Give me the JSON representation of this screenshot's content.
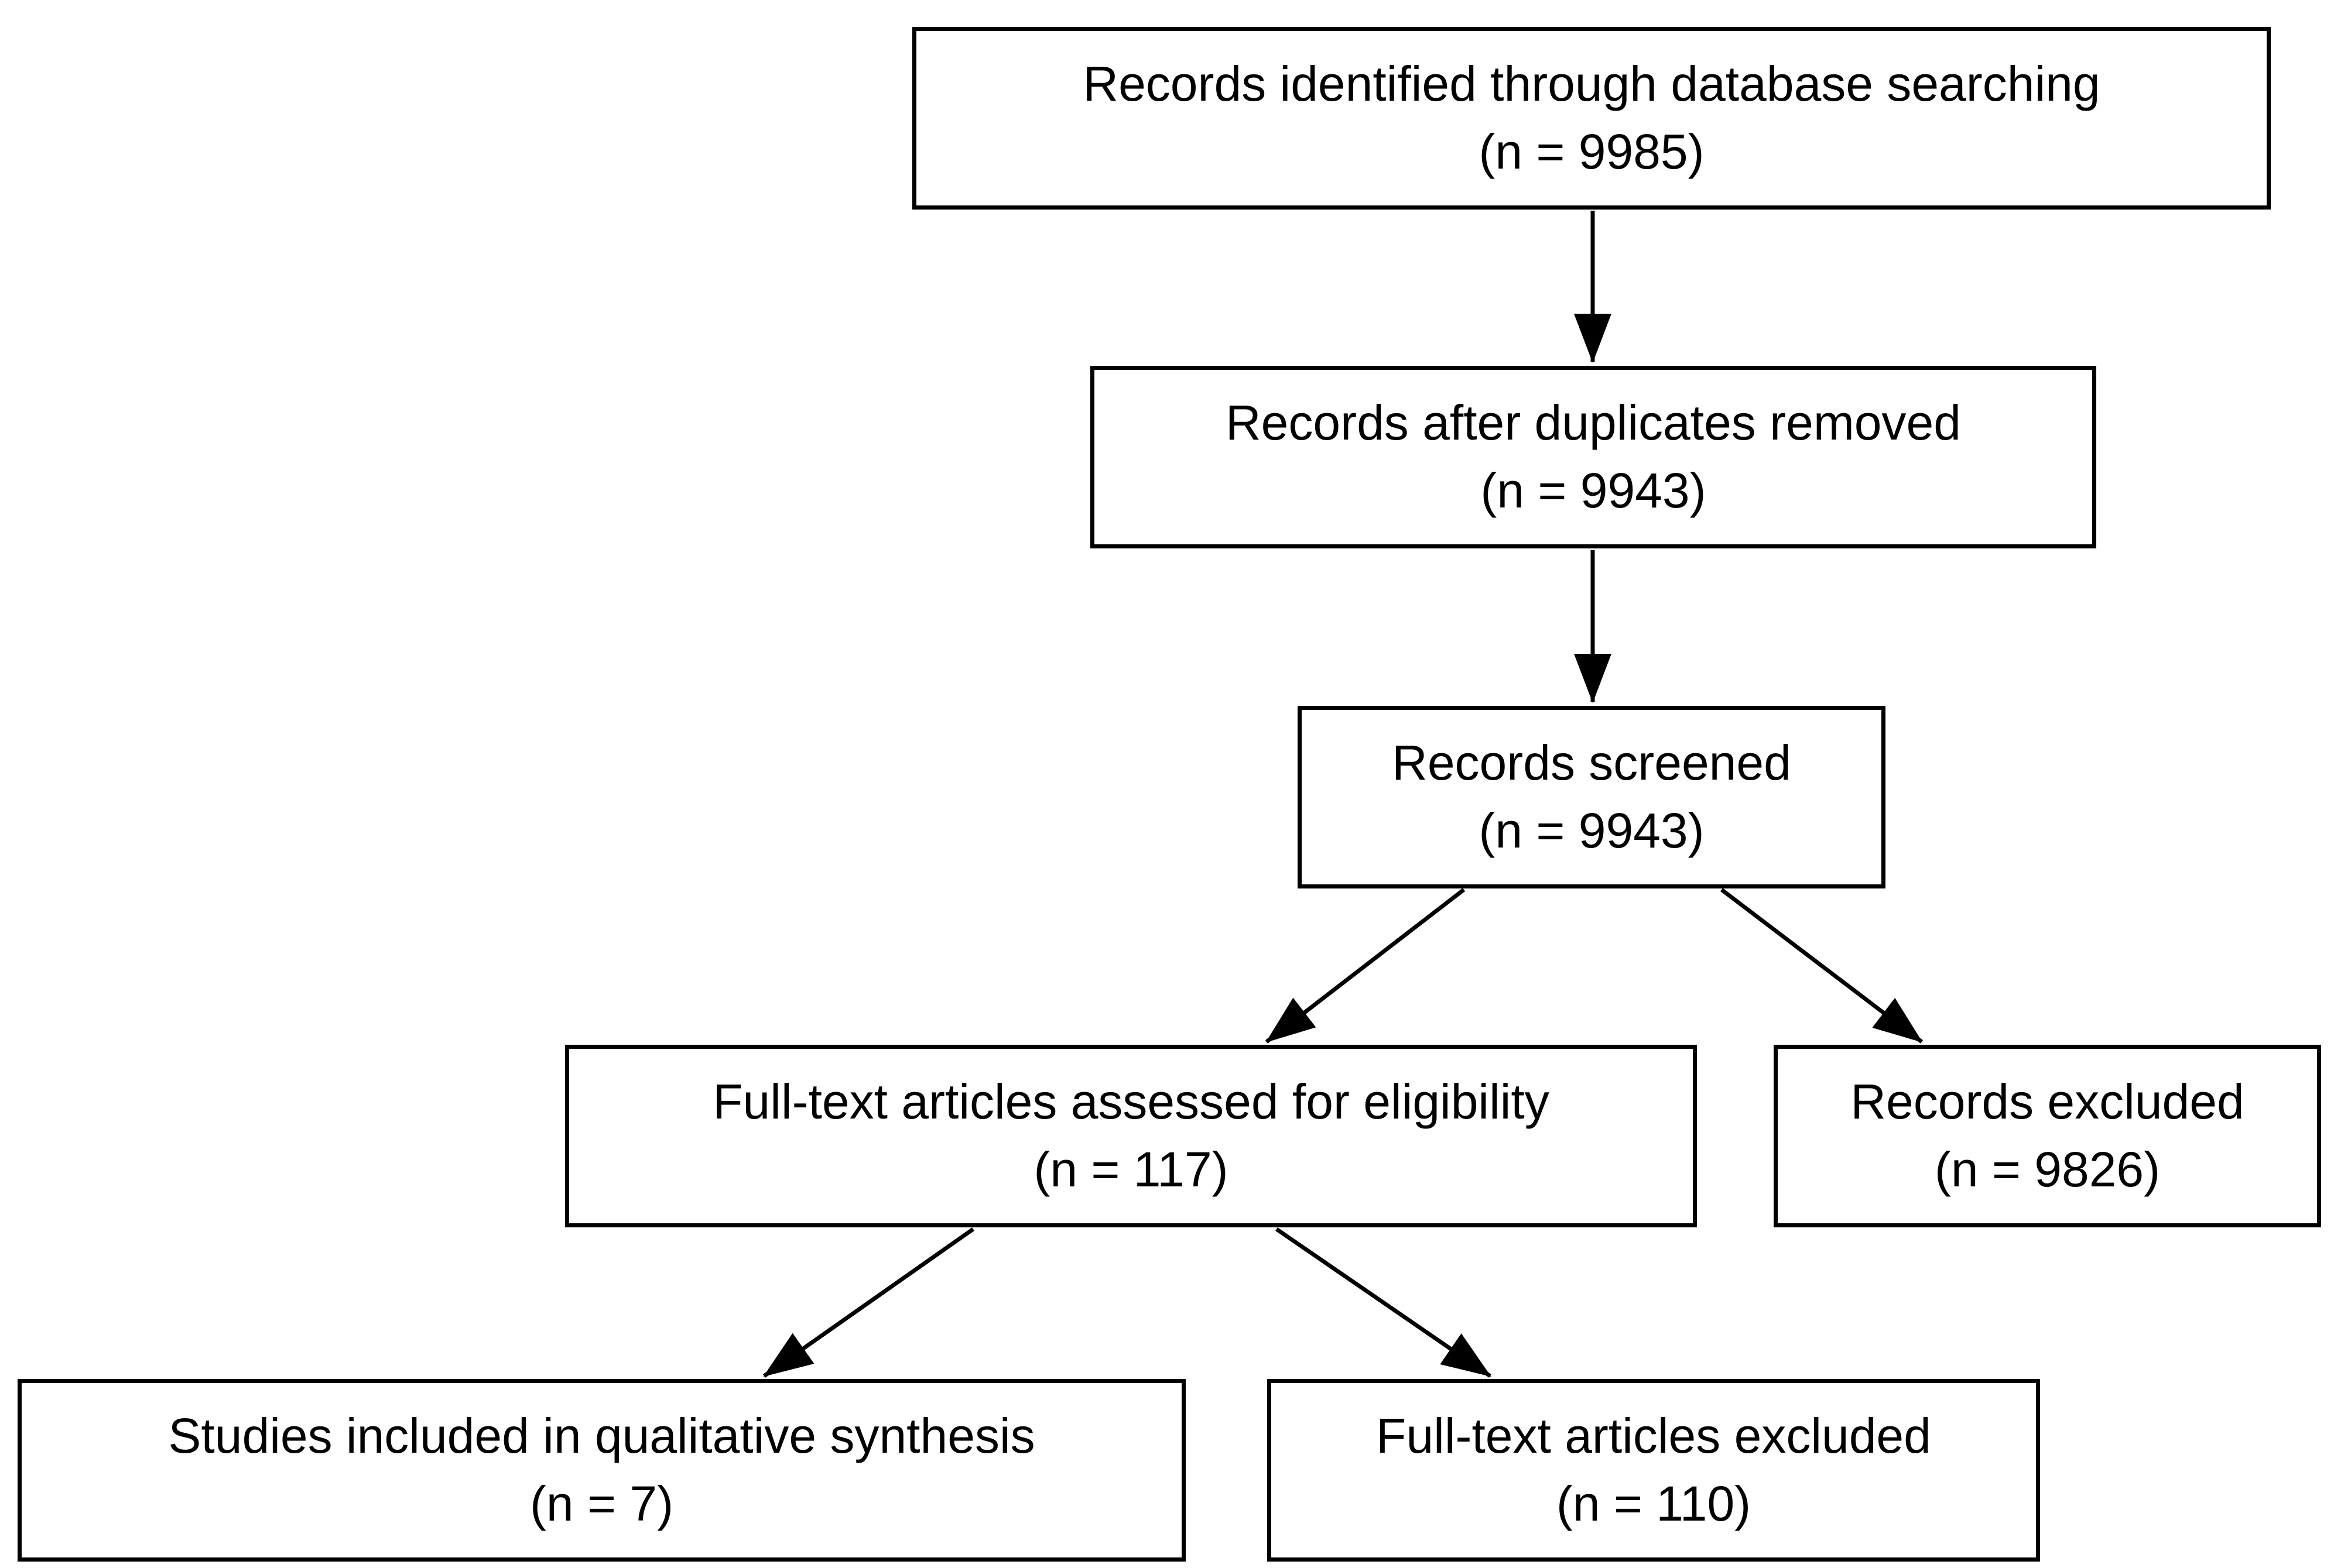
{
  "nodes": {
    "identified": {
      "label": "Records identified through database searching",
      "count": "(n = 9985)"
    },
    "deduplicated": {
      "label": "Records after duplicates removed",
      "count": "(n = 9943)"
    },
    "screened": {
      "label": "Records screened",
      "count": "(n = 9943)"
    },
    "fulltext": {
      "label": "Full-text articles assessed for eligibility",
      "count": "(n = 117)"
    },
    "records_excluded": {
      "label": "Records excluded",
      "count": "(n = 9826)"
    },
    "included": {
      "label": "Studies included in qualitative synthesis",
      "count": "(n = 7)"
    },
    "fulltext_excluded": {
      "label": "Full-text articles excluded",
      "count": "(n = 110)"
    }
  },
  "edges": [
    {
      "from": "identified",
      "to": "deduplicated"
    },
    {
      "from": "deduplicated",
      "to": "screened"
    },
    {
      "from": "screened",
      "to": "fulltext"
    },
    {
      "from": "screened",
      "to": "records_excluded"
    },
    {
      "from": "fulltext",
      "to": "included"
    },
    {
      "from": "fulltext",
      "to": "fulltext_excluded"
    }
  ],
  "colors": {
    "background": "#ffffff",
    "box_fill": "#ffffff",
    "box_border": "#000000",
    "text": "#000000",
    "arrow": "#000000"
  }
}
